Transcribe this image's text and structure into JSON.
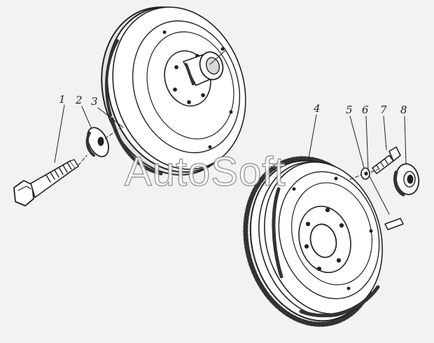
{
  "watermark": {
    "text": "AutoSoft"
  },
  "callouts": [
    {
      "id": "label-1",
      "text": "1"
    },
    {
      "id": "label-2",
      "text": "2"
    },
    {
      "id": "label-3",
      "text": "3"
    },
    {
      "id": "label-4",
      "text": "4"
    },
    {
      "id": "label-5",
      "text": "5"
    },
    {
      "id": "label-6",
      "text": "6"
    },
    {
      "id": "label-7",
      "text": "7"
    },
    {
      "id": "label-8",
      "text": "8"
    }
  ],
  "colors": {
    "ink": "#222222",
    "paper": "#f2f2f2",
    "watermark_outline": "#8a8a8a"
  }
}
